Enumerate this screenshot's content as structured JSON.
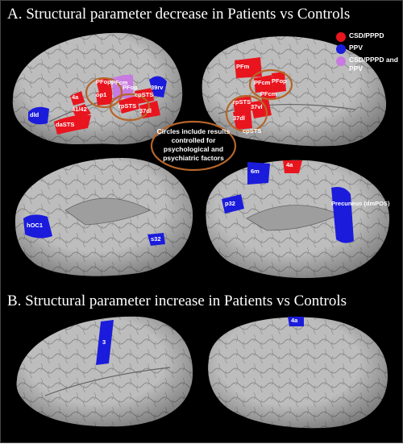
{
  "panel_a": {
    "title": "A. Structural parameter  decrease in Patients vs Controls"
  },
  "panel_b": {
    "title": "B. Structural parameter  increase in Patients vs Controls"
  },
  "legend": [
    {
      "label": "CSD/PPPD",
      "color": "#e8151e"
    },
    {
      "label": "PPV",
      "color": "#1b1bdc"
    },
    {
      "label": "CSD/PPPD and PPV",
      "color": "#c77be0"
    }
  ],
  "note": "Circles include results controlled for psychological and psychiatric factors",
  "regions": {
    "left_lateral": [
      "4a",
      "PFop",
      "op1",
      "41/42",
      "daSTS",
      "PFcm",
      "PFop",
      "rpSTS",
      "cpSTS",
      "37dl",
      "39rv",
      "dld"
    ],
    "right_lateral": [
      "PFm",
      "PFcm",
      "PFop",
      "PFcm",
      "rpSTS",
      "37dl",
      "37vl",
      "cpSTS"
    ],
    "left_medial": [
      "hOC1",
      "s32"
    ],
    "right_medial": [
      "6m",
      "4a",
      "p32",
      "Precuneus (dmPOS)"
    ],
    "b_left_lateral": [
      "3"
    ],
    "b_right_lateral": [
      "4a"
    ]
  },
  "colors": {
    "red": "#e8151e",
    "blue": "#1b1bdc",
    "brain": "#bdbdbd",
    "circle": "#b5652a"
  }
}
